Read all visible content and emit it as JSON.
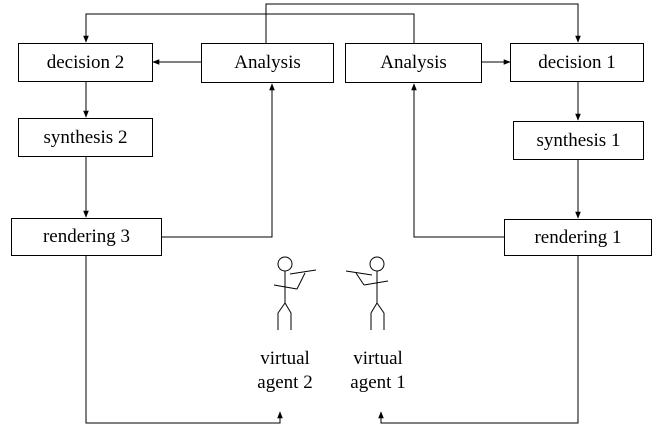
{
  "boxes": {
    "decision_2": "decision 2",
    "analysis_left": "Analysis",
    "analysis_right": "Analysis",
    "decision_1": "decision 1",
    "synthesis_2": "synthesis 2",
    "synthesis_1": "synthesis 1",
    "rendering_3": "rendering 3",
    "rendering_1": "rendering 1"
  },
  "agents": {
    "agent_2": {
      "line1": "virtual",
      "line2": "agent 2"
    },
    "agent_1": {
      "line1": "virtual",
      "line2": "agent 1"
    }
  },
  "colors": {
    "stroke": "#000000",
    "background": "#ffffff"
  }
}
